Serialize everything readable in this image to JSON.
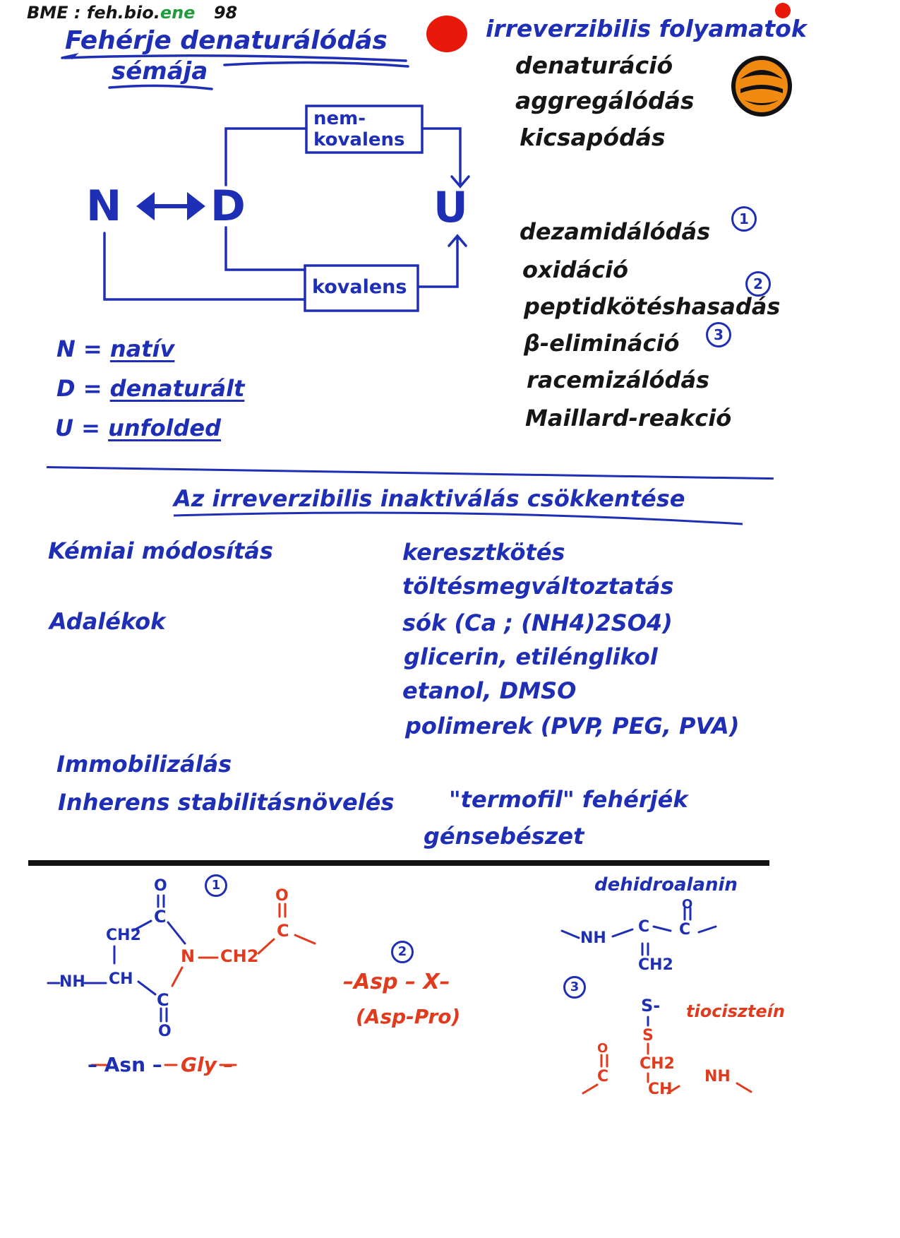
{
  "header": {
    "label_prefix": "BME : feh.bio.",
    "label_mark": "ene",
    "label_year": "98",
    "title_line1": "Fehérje denaturálódás",
    "title_line2": "sémája"
  },
  "irreversible": {
    "title": "irreverzibilis folyamatok",
    "items": [
      "denaturáció",
      "aggregálódás",
      "kicsapódás"
    ],
    "chem_items": [
      "dezamidálódás",
      "oxidáció",
      "peptidkötéshasadás",
      "β-elimináció",
      "racemizálódás",
      "Maillard-reakció"
    ],
    "markers": [
      "1",
      "2",
      "3"
    ]
  },
  "scheme": {
    "N": "N",
    "D": "D",
    "U": "U",
    "box_top": "nem-\nkovalens",
    "box_bottom": "kovalens"
  },
  "legend": [
    {
      "sym": "N",
      "eq": "=",
      "word": "natív"
    },
    {
      "sym": "D",
      "eq": "=",
      "word": "denaturált"
    },
    {
      "sym": "U",
      "eq": "=",
      "word": "unfolded"
    }
  ],
  "reduce": {
    "title": "Az irreverzibilis inaktiválás csökkentése",
    "chem_mod": "Kémiai módosítás",
    "chem_mod_items": [
      "keresztkötés",
      "töltésmegváltoztatás"
    ],
    "additives": "Adalékok",
    "additives_items": [
      "sók (Ca ; (NH4)2SO4)",
      "glicerin, etilénglikol",
      "etanol, DMSO",
      "polimerek (PVP, PEG, PVA)"
    ],
    "immob": "Immobilizálás",
    "inherent": "Inherens stabilitásnövelés",
    "thermo": "\"termofil\" fehérjék",
    "gene": "génsebészet"
  },
  "chem": {
    "m1": "1",
    "m2": "2",
    "m3": "3",
    "asn_gly_left": "– Asn –",
    "asn_gly_right": "Gly –",
    "asp_x": "–Asp – X–",
    "asp_pro": "(Asp-Pro)",
    "dehydro": "dehidroalanin",
    "tricys": "tiociszteín",
    "labels": {
      "O": "O",
      "C": "C",
      "N": "N",
      "CH2": "CH2",
      "CH": "CH",
      "NH": "NH",
      "S": "S",
      "S_minus": "S-"
    }
  },
  "colors": {
    "blue_ink": "#1f2fb5",
    "black_ink": "#161616",
    "red_ink": "#e23a1c",
    "green_ink": "#1e9b3a",
    "dot_red": "#e8180a",
    "logo_orange": "#f08a10"
  }
}
